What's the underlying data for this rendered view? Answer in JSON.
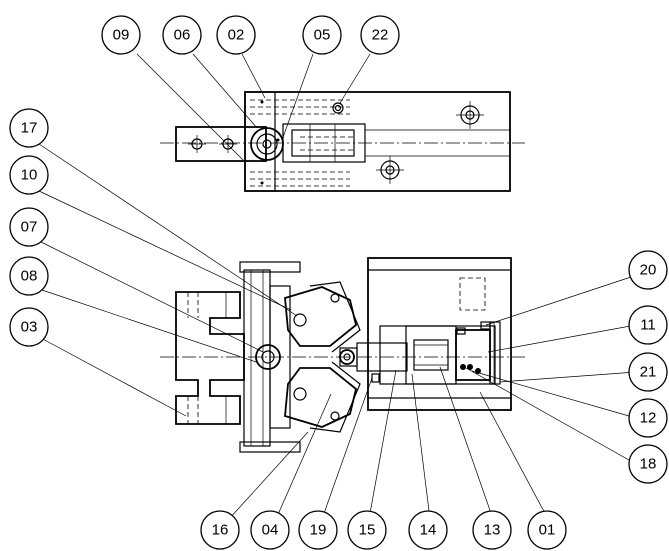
{
  "drawing": {
    "balloons": [
      "09",
      "06",
      "02",
      "05",
      "22",
      "17",
      "10",
      "07",
      "08",
      "03",
      "16",
      "04",
      "19",
      "15",
      "14",
      "13",
      "01",
      "20",
      "11",
      "21",
      "12",
      "18"
    ]
  }
}
